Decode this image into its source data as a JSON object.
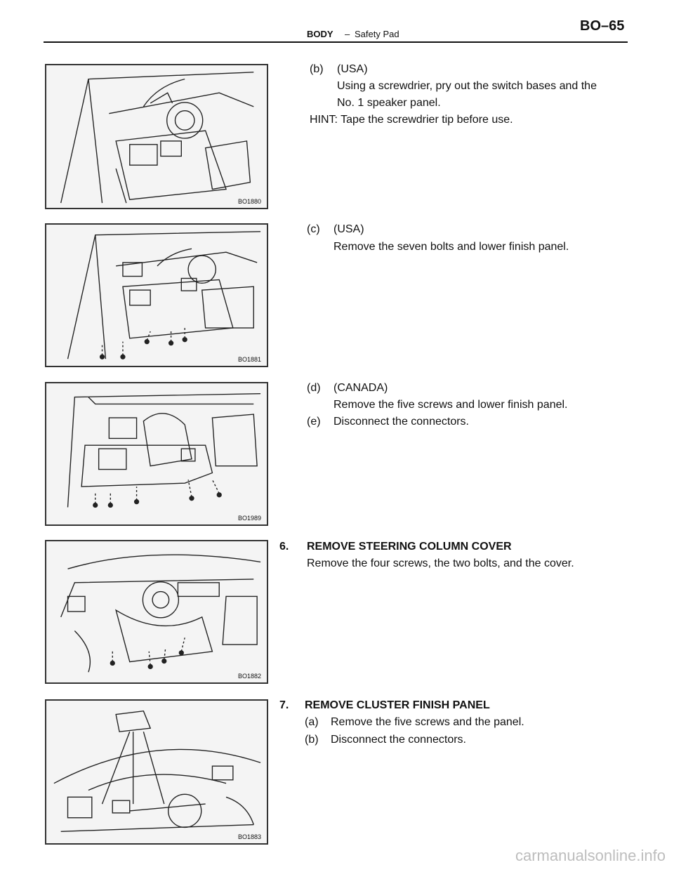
{
  "header": {
    "section": "BODY",
    "separator": "–",
    "topic": "Safety Pad",
    "page": "BO–65"
  },
  "figures": [
    {
      "code": "BO1880"
    },
    {
      "code": "BO1881"
    },
    {
      "code": "BO1989"
    },
    {
      "code": "BO1882"
    },
    {
      "code": "BO1883"
    }
  ],
  "steps": {
    "b": {
      "label": "(b)",
      "region": "(USA)",
      "line1": "Using a screwdrier, pry out the switch bases and the",
      "line2": "No. 1 speaker panel.",
      "hint": "HINT: Tape the screwdrier tip before use."
    },
    "c": {
      "label": "(c)",
      "region": "(USA)",
      "line1": "Remove the seven bolts and lower finish panel."
    },
    "d": {
      "label": "(d)",
      "region": "(CANADA)",
      "line1": "Remove the five screws and lower finish panel."
    },
    "e": {
      "label": "(e)",
      "text": "Disconnect the connectors."
    },
    "s6": {
      "number": "6.",
      "title": "REMOVE STEERING COLUMN COVER",
      "line1": "Remove the four screws, the two bolts, and the cover."
    },
    "s7": {
      "number": "7.",
      "title": "REMOVE CLUSTER FINISH PANEL",
      "a": {
        "label": "(a)",
        "text": "Remove the five screws and the panel."
      },
      "b": {
        "label": "(b)",
        "text": "Disconnect the connectors."
      }
    }
  },
  "watermark": "carmanualsonline.info"
}
